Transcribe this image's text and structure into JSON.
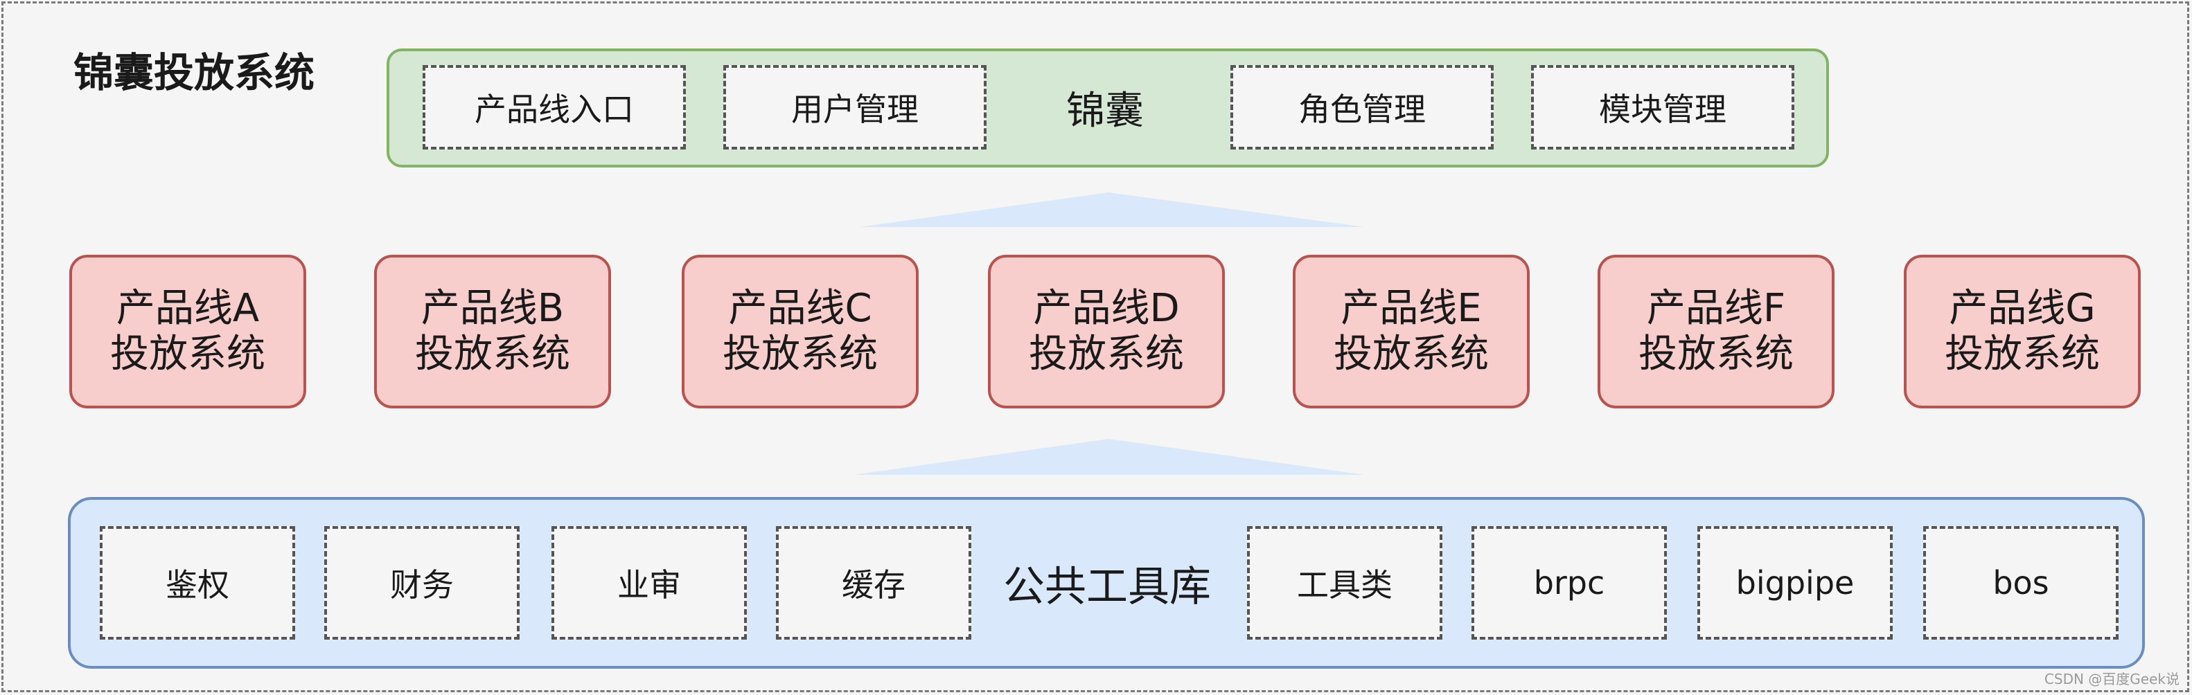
{
  "title": "锦囊投放系统",
  "top_layer": {
    "label": "锦囊",
    "items": [
      "产品线入口",
      "用户管理",
      "角色管理",
      "模块管理"
    ]
  },
  "product_lines": [
    {
      "name": "产品线A",
      "sub": "投放系统"
    },
    {
      "name": "产品线B",
      "sub": "投放系统"
    },
    {
      "name": "产品线C",
      "sub": "投放系统"
    },
    {
      "name": "产品线D",
      "sub": "投放系统"
    },
    {
      "name": "产品线E",
      "sub": "投放系统"
    },
    {
      "name": "产品线F",
      "sub": "投放系统"
    },
    {
      "name": "产品线G",
      "sub": "投放系统"
    }
  ],
  "bottom_layer": {
    "label": "公共工具库",
    "items": [
      "鉴权",
      "财务",
      "业审",
      "缓存",
      "工具类",
      "brpc",
      "bigpipe",
      "bos"
    ]
  },
  "watermark": "CSDN @百度Geek说",
  "colors": {
    "top_fill": "#d5e8d4",
    "top_border": "#82b366",
    "product_fill": "#f8cecc",
    "product_border": "#b85450",
    "bottom_fill": "#dae8fc",
    "bottom_border": "#6c8ebf",
    "arrow_fill": "#dae8fc"
  }
}
